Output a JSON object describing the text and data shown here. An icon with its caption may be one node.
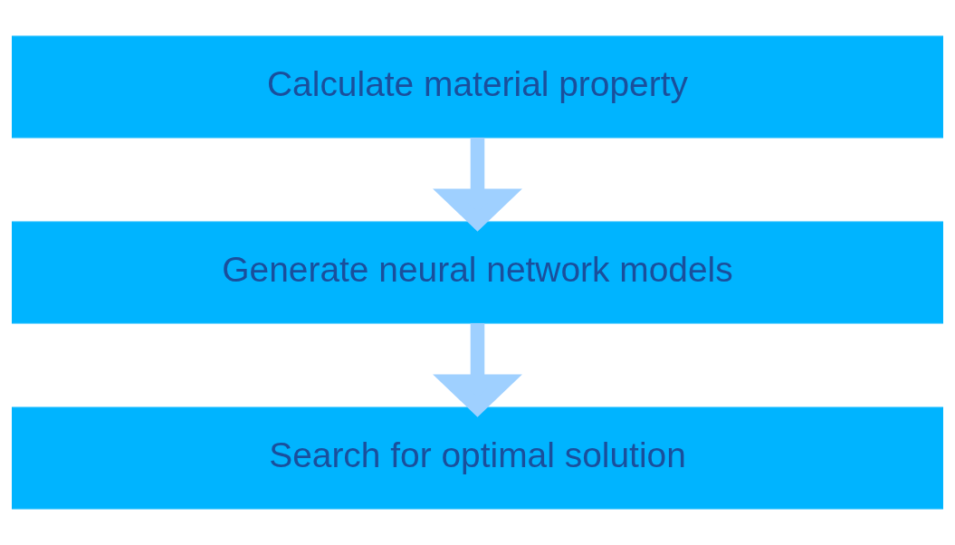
{
  "diagram": {
    "nodes": [
      {
        "text": [
          "Calculate material property"
        ]
      },
      {
        "text": [
          "Generate neural network models"
        ]
      },
      {
        "text": [
          "Search for optimal solution"
        ]
      }
    ],
    "edges": [
      {
        "from": 0,
        "to": 1,
        "arrow": "to"
      },
      {
        "from": 1,
        "to": 2,
        "arrow": "to"
      }
    ]
  }
}
